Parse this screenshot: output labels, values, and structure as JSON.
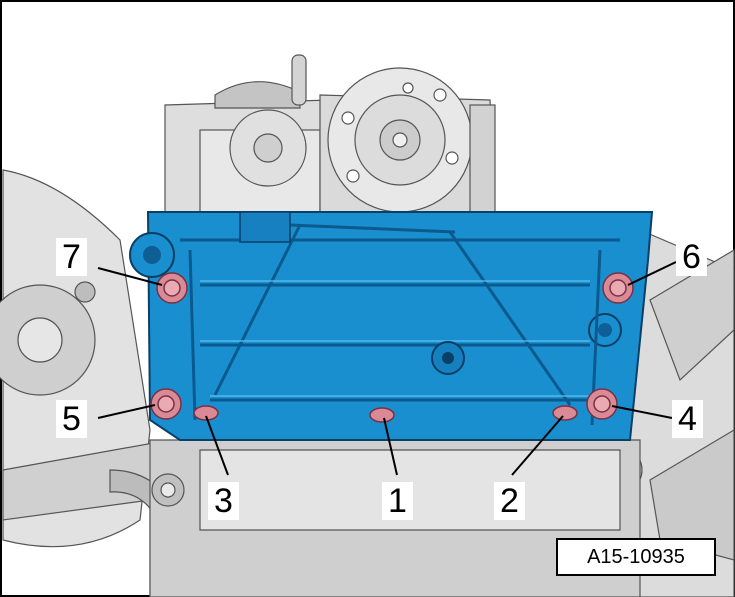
{
  "callouts": {
    "bolt_1": "1",
    "bolt_2": "2",
    "bolt_3": "3",
    "bolt_4": "4",
    "bolt_5": "5",
    "bolt_6": "6",
    "bolt_7": "7"
  },
  "reference_number": "A15-10935",
  "colors": {
    "cover": "#1a8fd0",
    "cover_dark": "#0d5f95",
    "bolt": "#d98a96",
    "engine_grey": "#c9c9c9",
    "line": "#000000"
  }
}
